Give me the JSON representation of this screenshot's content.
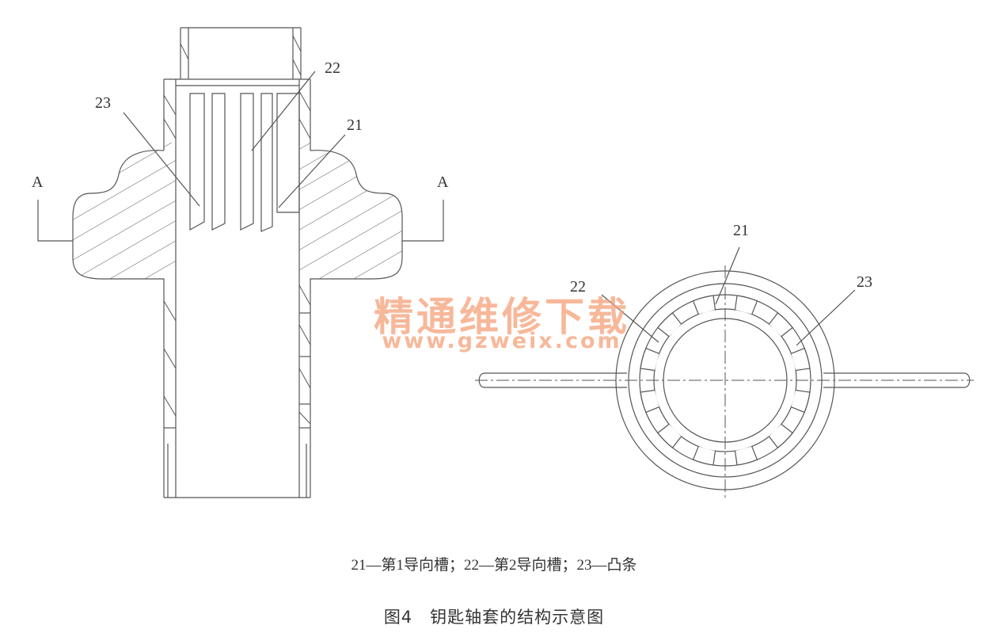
{
  "figure": {
    "left_view": {
      "section_labels": [
        "A",
        "A"
      ],
      "callouts": [
        "23",
        "22",
        "21"
      ]
    },
    "right_view": {
      "callouts": [
        "21",
        "22",
        "23"
      ]
    },
    "legend": "21—第1导向槽；22—第2导向槽；23—凸条",
    "title": "图4　钥匙轴套的结构示意图"
  },
  "watermark": {
    "chinese": "精通维修下载",
    "url": "www.gzweix.com",
    "color": "#f4a078"
  }
}
